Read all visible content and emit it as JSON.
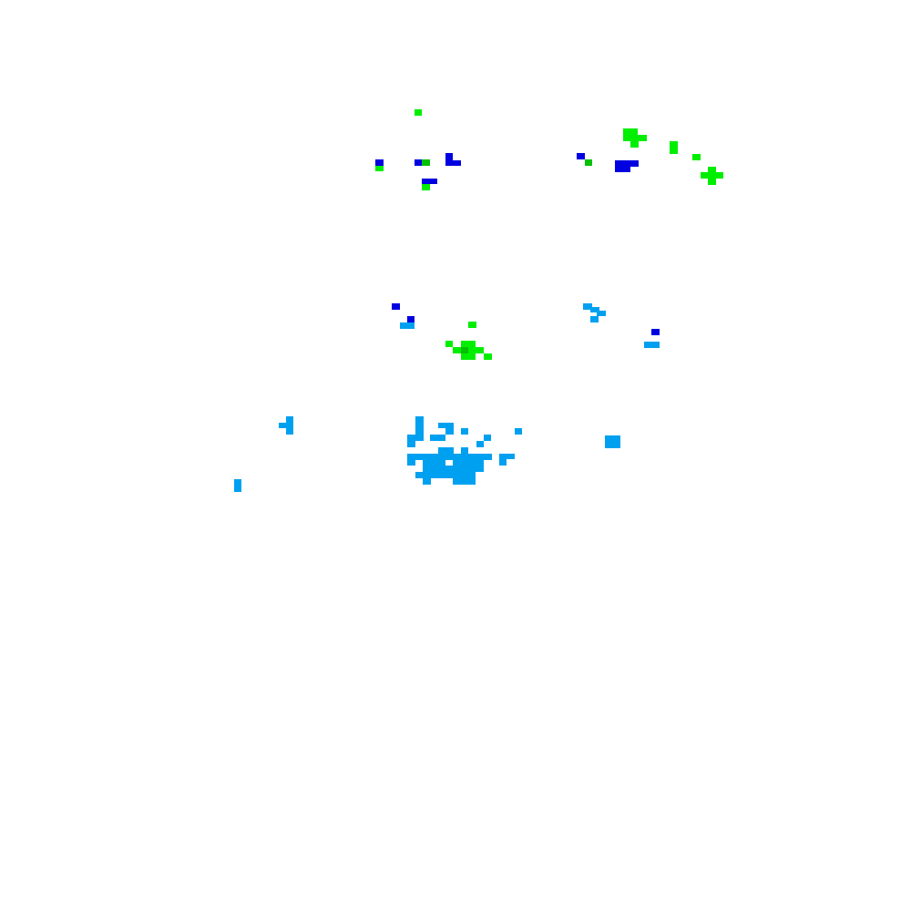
{
  "colors": {
    "background": "#ffffff",
    "green": "#00ee00",
    "dark_green": "#00c000",
    "blue": "#0000e0",
    "light_blue": "#00a0f0"
  },
  "clusters": [
    {
      "name": "upper-left-cluster",
      "colors": [
        "green",
        "blue",
        "dark_green"
      ]
    },
    {
      "name": "upper-right-cluster",
      "colors": [
        "green",
        "blue",
        "dark_green"
      ]
    },
    {
      "name": "middle-left-cluster",
      "colors": [
        "blue",
        "light_blue",
        "green",
        "dark_green"
      ]
    },
    {
      "name": "middle-right-cluster",
      "colors": [
        "light_blue",
        "blue"
      ]
    },
    {
      "name": "lower-cluster",
      "colors": [
        "light_blue"
      ]
    }
  ]
}
